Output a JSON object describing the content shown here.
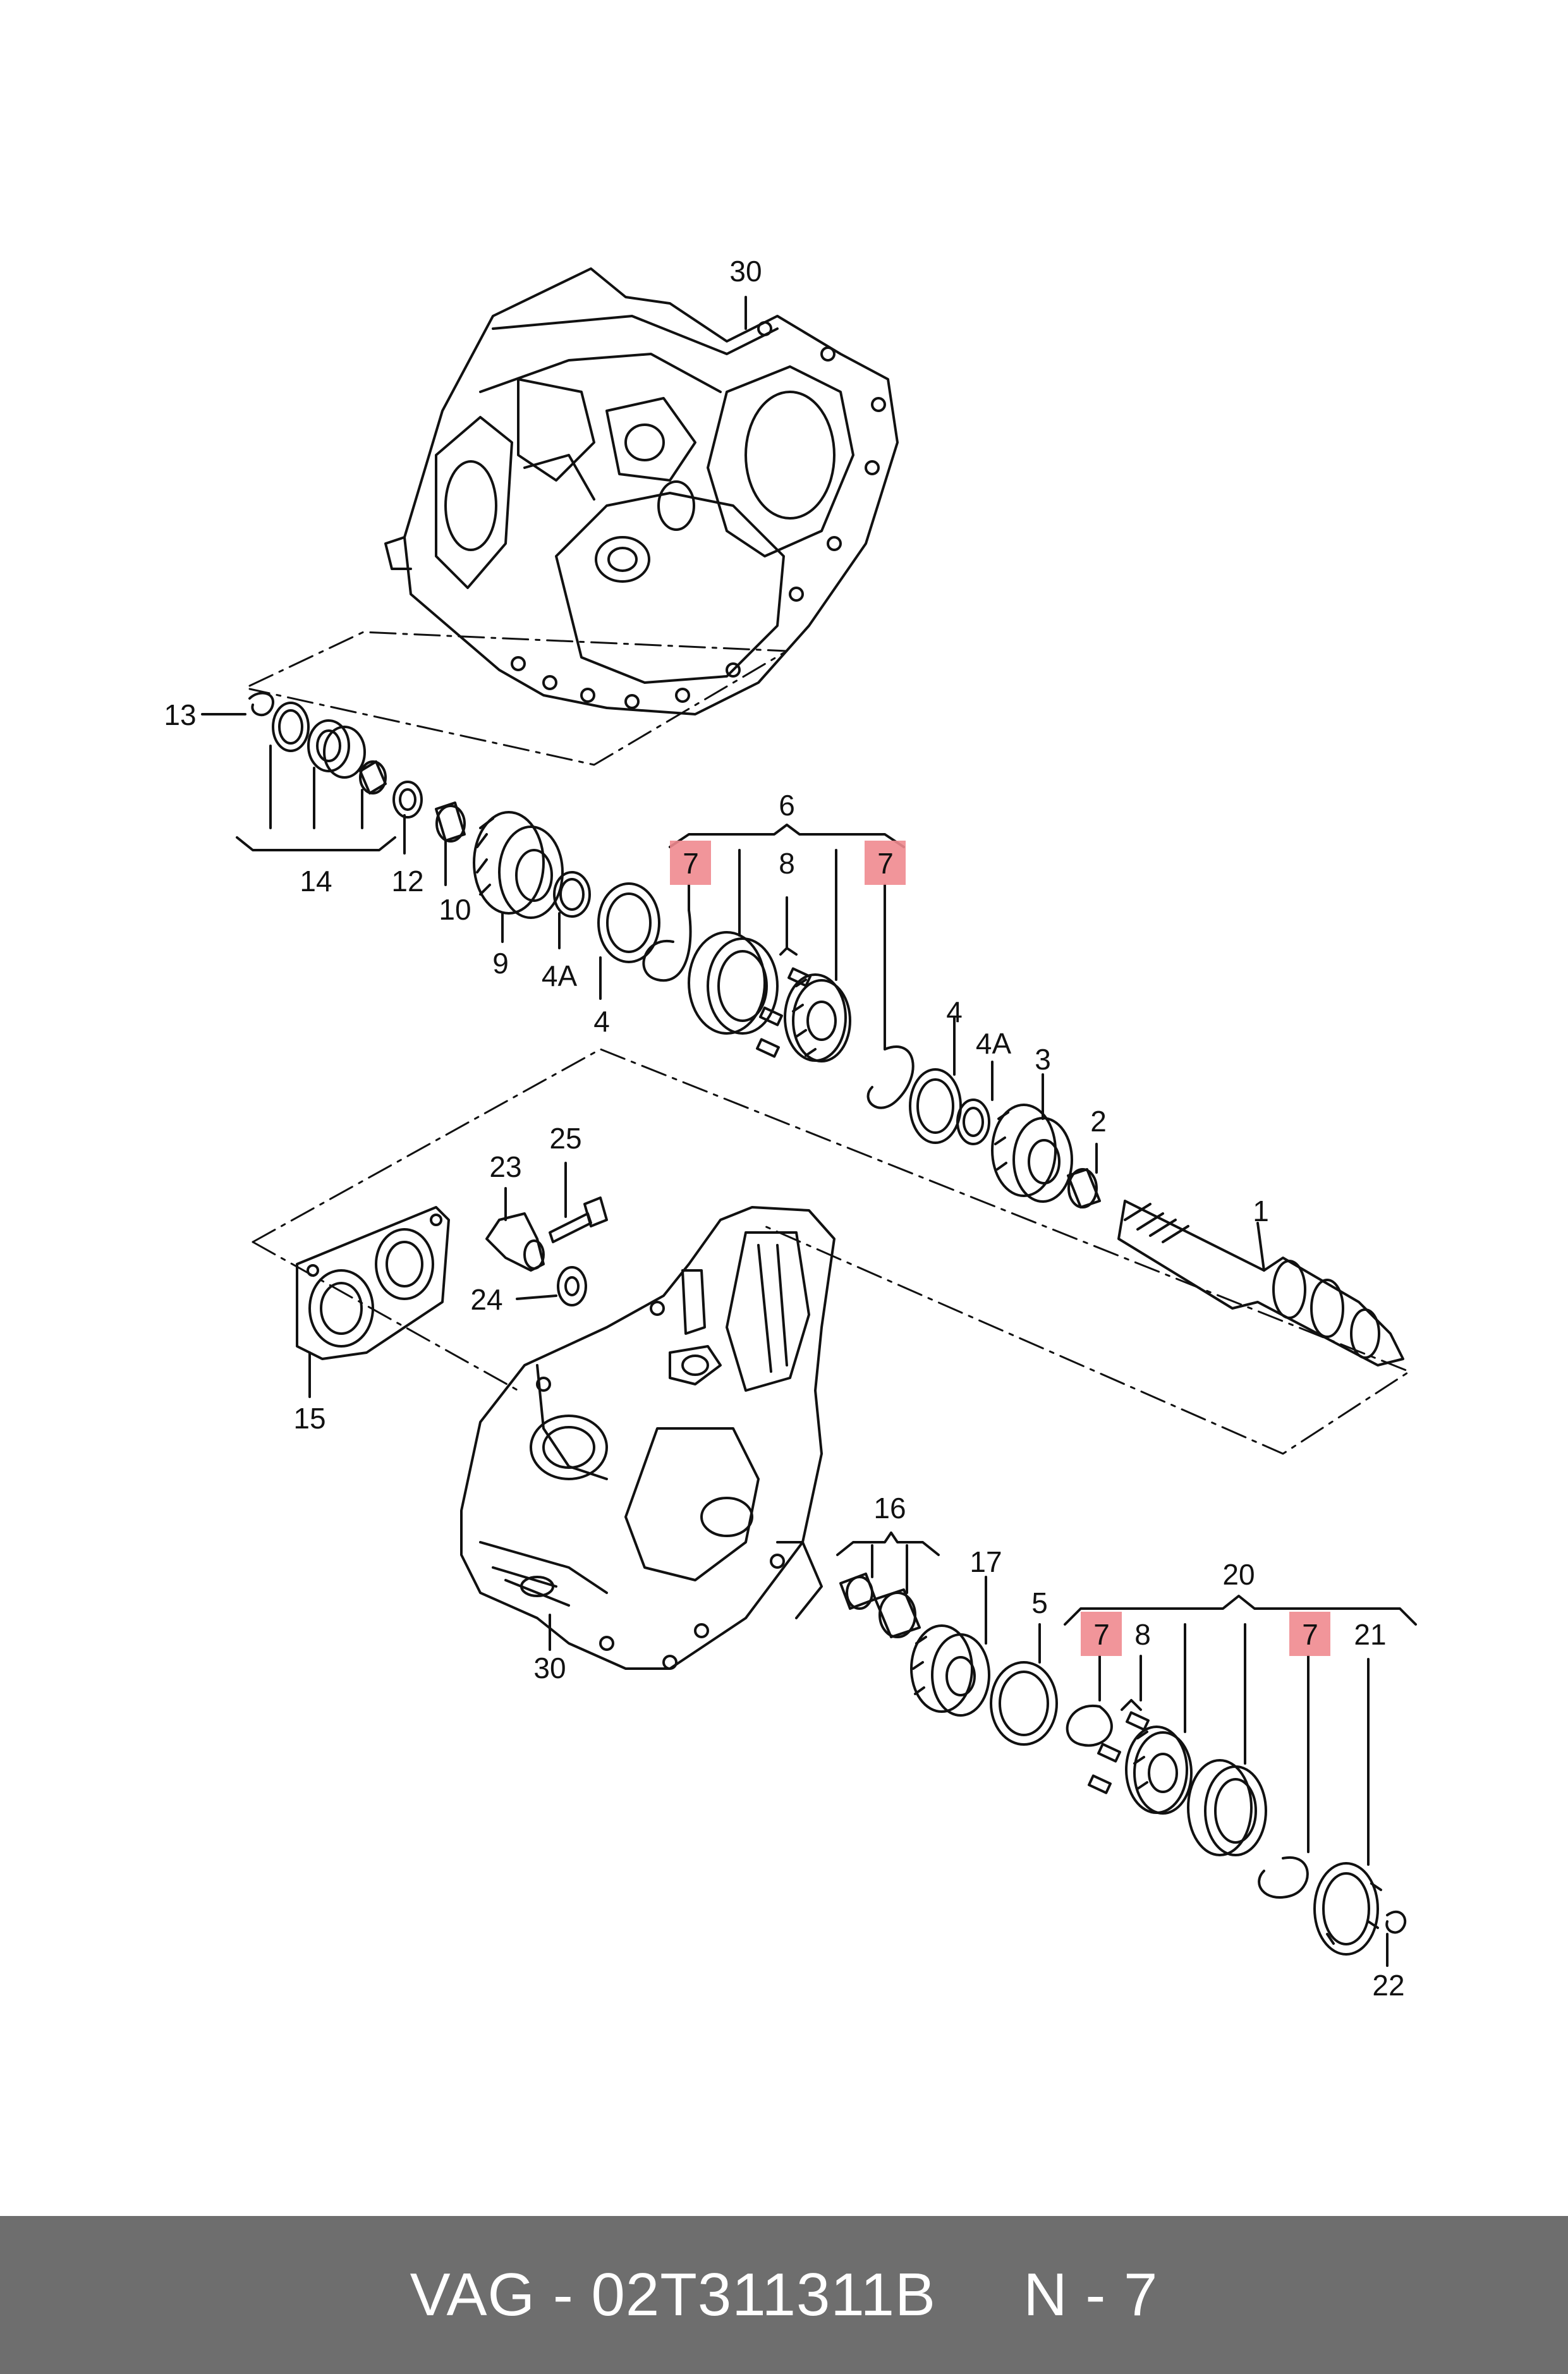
{
  "labels": {
    "l30a": "30",
    "l30b": "30",
    "l13": "13",
    "l14": "14",
    "l12": "12",
    "l10": "10",
    "l9": "9",
    "l4a_top": "4A",
    "l4_top": "4",
    "l6": "6",
    "l7_a": "7",
    "l8_top": "8",
    "l7_b": "7",
    "l4_mid": "4",
    "l4a_mid": "4A",
    "l3": "3",
    "l2": "2",
    "l1": "1",
    "l25": "25",
    "l23": "23",
    "l24": "24",
    "l15": "15",
    "l16": "16",
    "l17": "17",
    "l5": "5",
    "l20": "20",
    "l7_c": "7",
    "l8_bot": "8",
    "l7_d": "7",
    "l21": "21",
    "l22": "22"
  },
  "footer": {
    "part_text": "VAG - 02T311311B",
    "page_text": "N - 7"
  },
  "colors": {
    "highlight": "#f08a8f",
    "footer_bg": "#6e6e6e",
    "line": "#111111"
  }
}
